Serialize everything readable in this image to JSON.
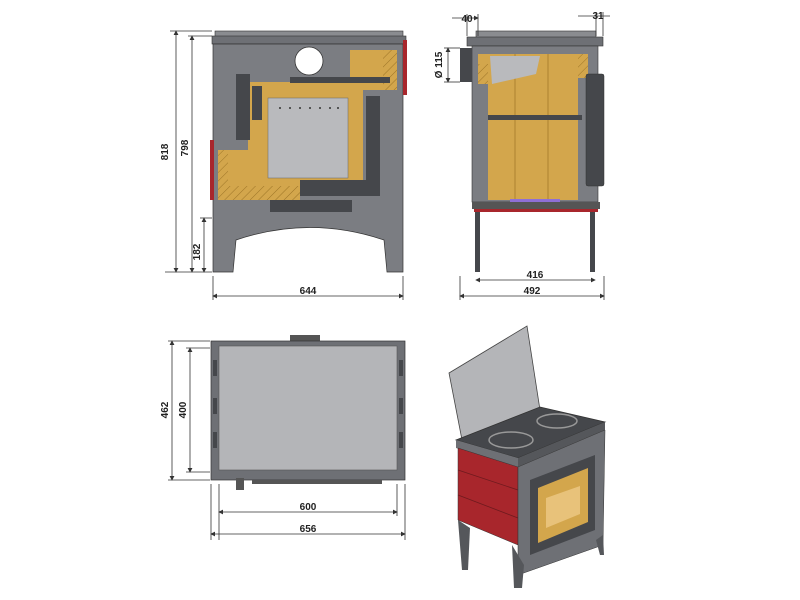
{
  "colors": {
    "body": "#7b7d82",
    "body_dark": "#45474b",
    "insulation": "#d3a64c",
    "insulation_dark": "#a57a2a",
    "firebox": "#b9babd",
    "red_panel": "#a8262c",
    "purple_grate": "#8e6fd6",
    "cooktop": "#b4b5b8",
    "line": "#333333"
  },
  "front_view": {
    "height_total": "818",
    "height_body": "798",
    "height_legs": "182",
    "width": "644"
  },
  "side_view": {
    "flue_offset": "40",
    "rear_offset": "31",
    "flue_diameter": "Ø 115",
    "leg_span": "416",
    "depth": "492"
  },
  "top_view": {
    "depth_total": "462",
    "depth_plate": "400",
    "width_plate": "600",
    "width_total": "656"
  }
}
